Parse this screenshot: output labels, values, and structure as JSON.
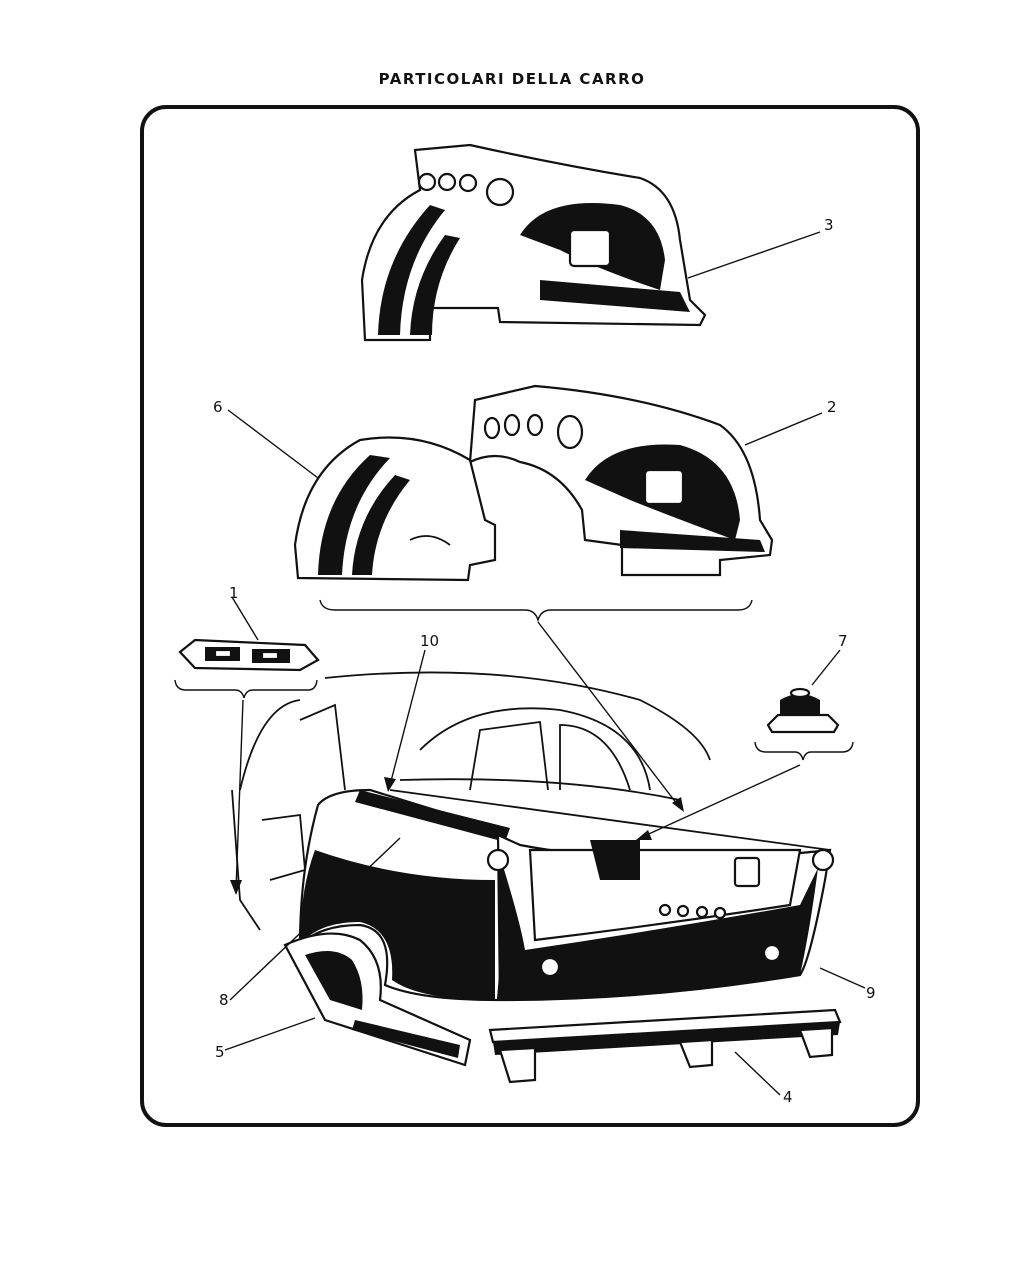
{
  "header": {
    "title": "PARTICOLARI DELLA CARRO"
  },
  "callouts": [
    {
      "id": "c1",
      "label": "1"
    },
    {
      "id": "c2",
      "label": "2"
    },
    {
      "id": "c3",
      "label": "3"
    },
    {
      "id": "c4",
      "label": "4"
    },
    {
      "id": "c5",
      "label": "5"
    },
    {
      "id": "c6",
      "label": "6"
    },
    {
      "id": "c7",
      "label": "7"
    },
    {
      "id": "c8",
      "label": "8"
    },
    {
      "id": "c9",
      "label": "9"
    },
    {
      "id": "c10",
      "label": "10"
    }
  ],
  "colors": {
    "ink": "#111111",
    "paper": "#ffffff"
  }
}
